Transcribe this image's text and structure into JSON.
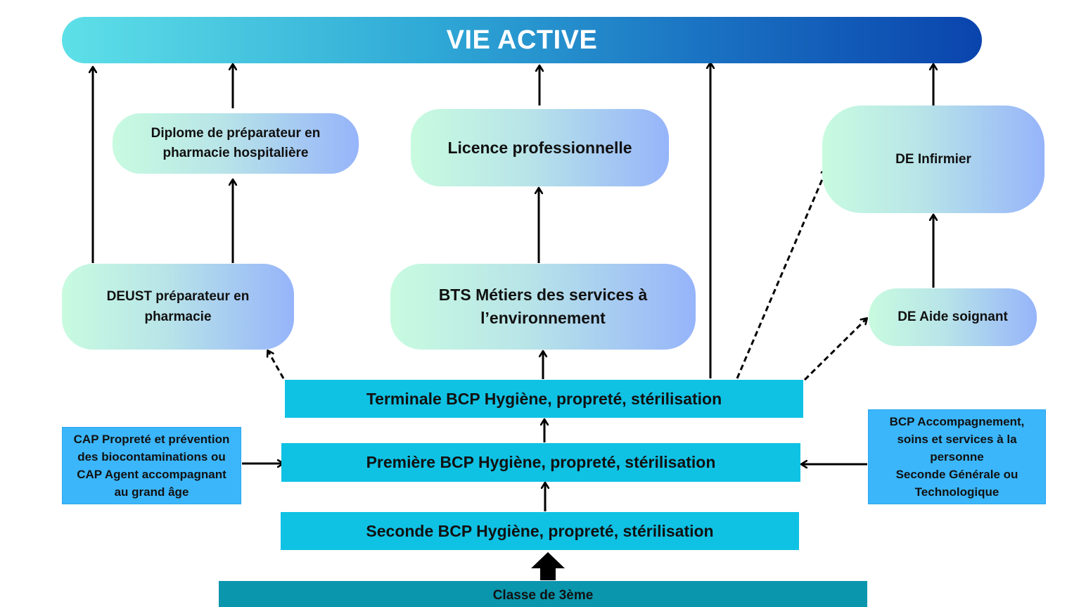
{
  "diagram": {
    "top": {
      "label": "VIE ACTIVE",
      "color": "#ffffff"
    },
    "diplome": {
      "lines": [
        "Diplome de préparateur en",
        "pharmacie hospitalière"
      ]
    },
    "licence": {
      "label": "Licence professionnelle"
    },
    "de_infirmier": {
      "label": "DE Infirmier"
    },
    "deust": {
      "lines": [
        "DEUST préparateur en",
        "pharmacie"
      ]
    },
    "bts": {
      "lines": [
        "BTS Métiers des services à",
        "l’environnement"
      ]
    },
    "de_aide": {
      "label": "DE Aide soignant"
    },
    "terminale": {
      "label": "Terminale BCP Hygiène, propreté, stérilisation"
    },
    "premiere": {
      "label": "Première BCP Hygiène, propreté, stérilisation"
    },
    "seconde": {
      "label": "Seconde BCP Hygiène, propreté, stérilisation"
    },
    "cap": {
      "lines": [
        "CAP Propreté et prévention",
        "des biocontaminations ou",
        "CAP Agent accompagnant",
        "au grand âge"
      ]
    },
    "bcp_accompagnement": {
      "lines": [
        "BCP Accompagnement,",
        "soins et services à la",
        "personne",
        "Seconde Générale ou",
        "Technologique"
      ]
    },
    "classe": {
      "label": "Classe de 3ème"
    }
  },
  "colors": {
    "gradient_pill_start": "#c8fbe0",
    "gradient_pill_end": "#96b4fa",
    "bar": "#0fc2e4",
    "side_box": "#3bb6fb",
    "bottom_bar": "#0a96ad",
    "header_start": "#5ee0e8",
    "header_end": "#0a44ad",
    "arrow": "#000000"
  }
}
